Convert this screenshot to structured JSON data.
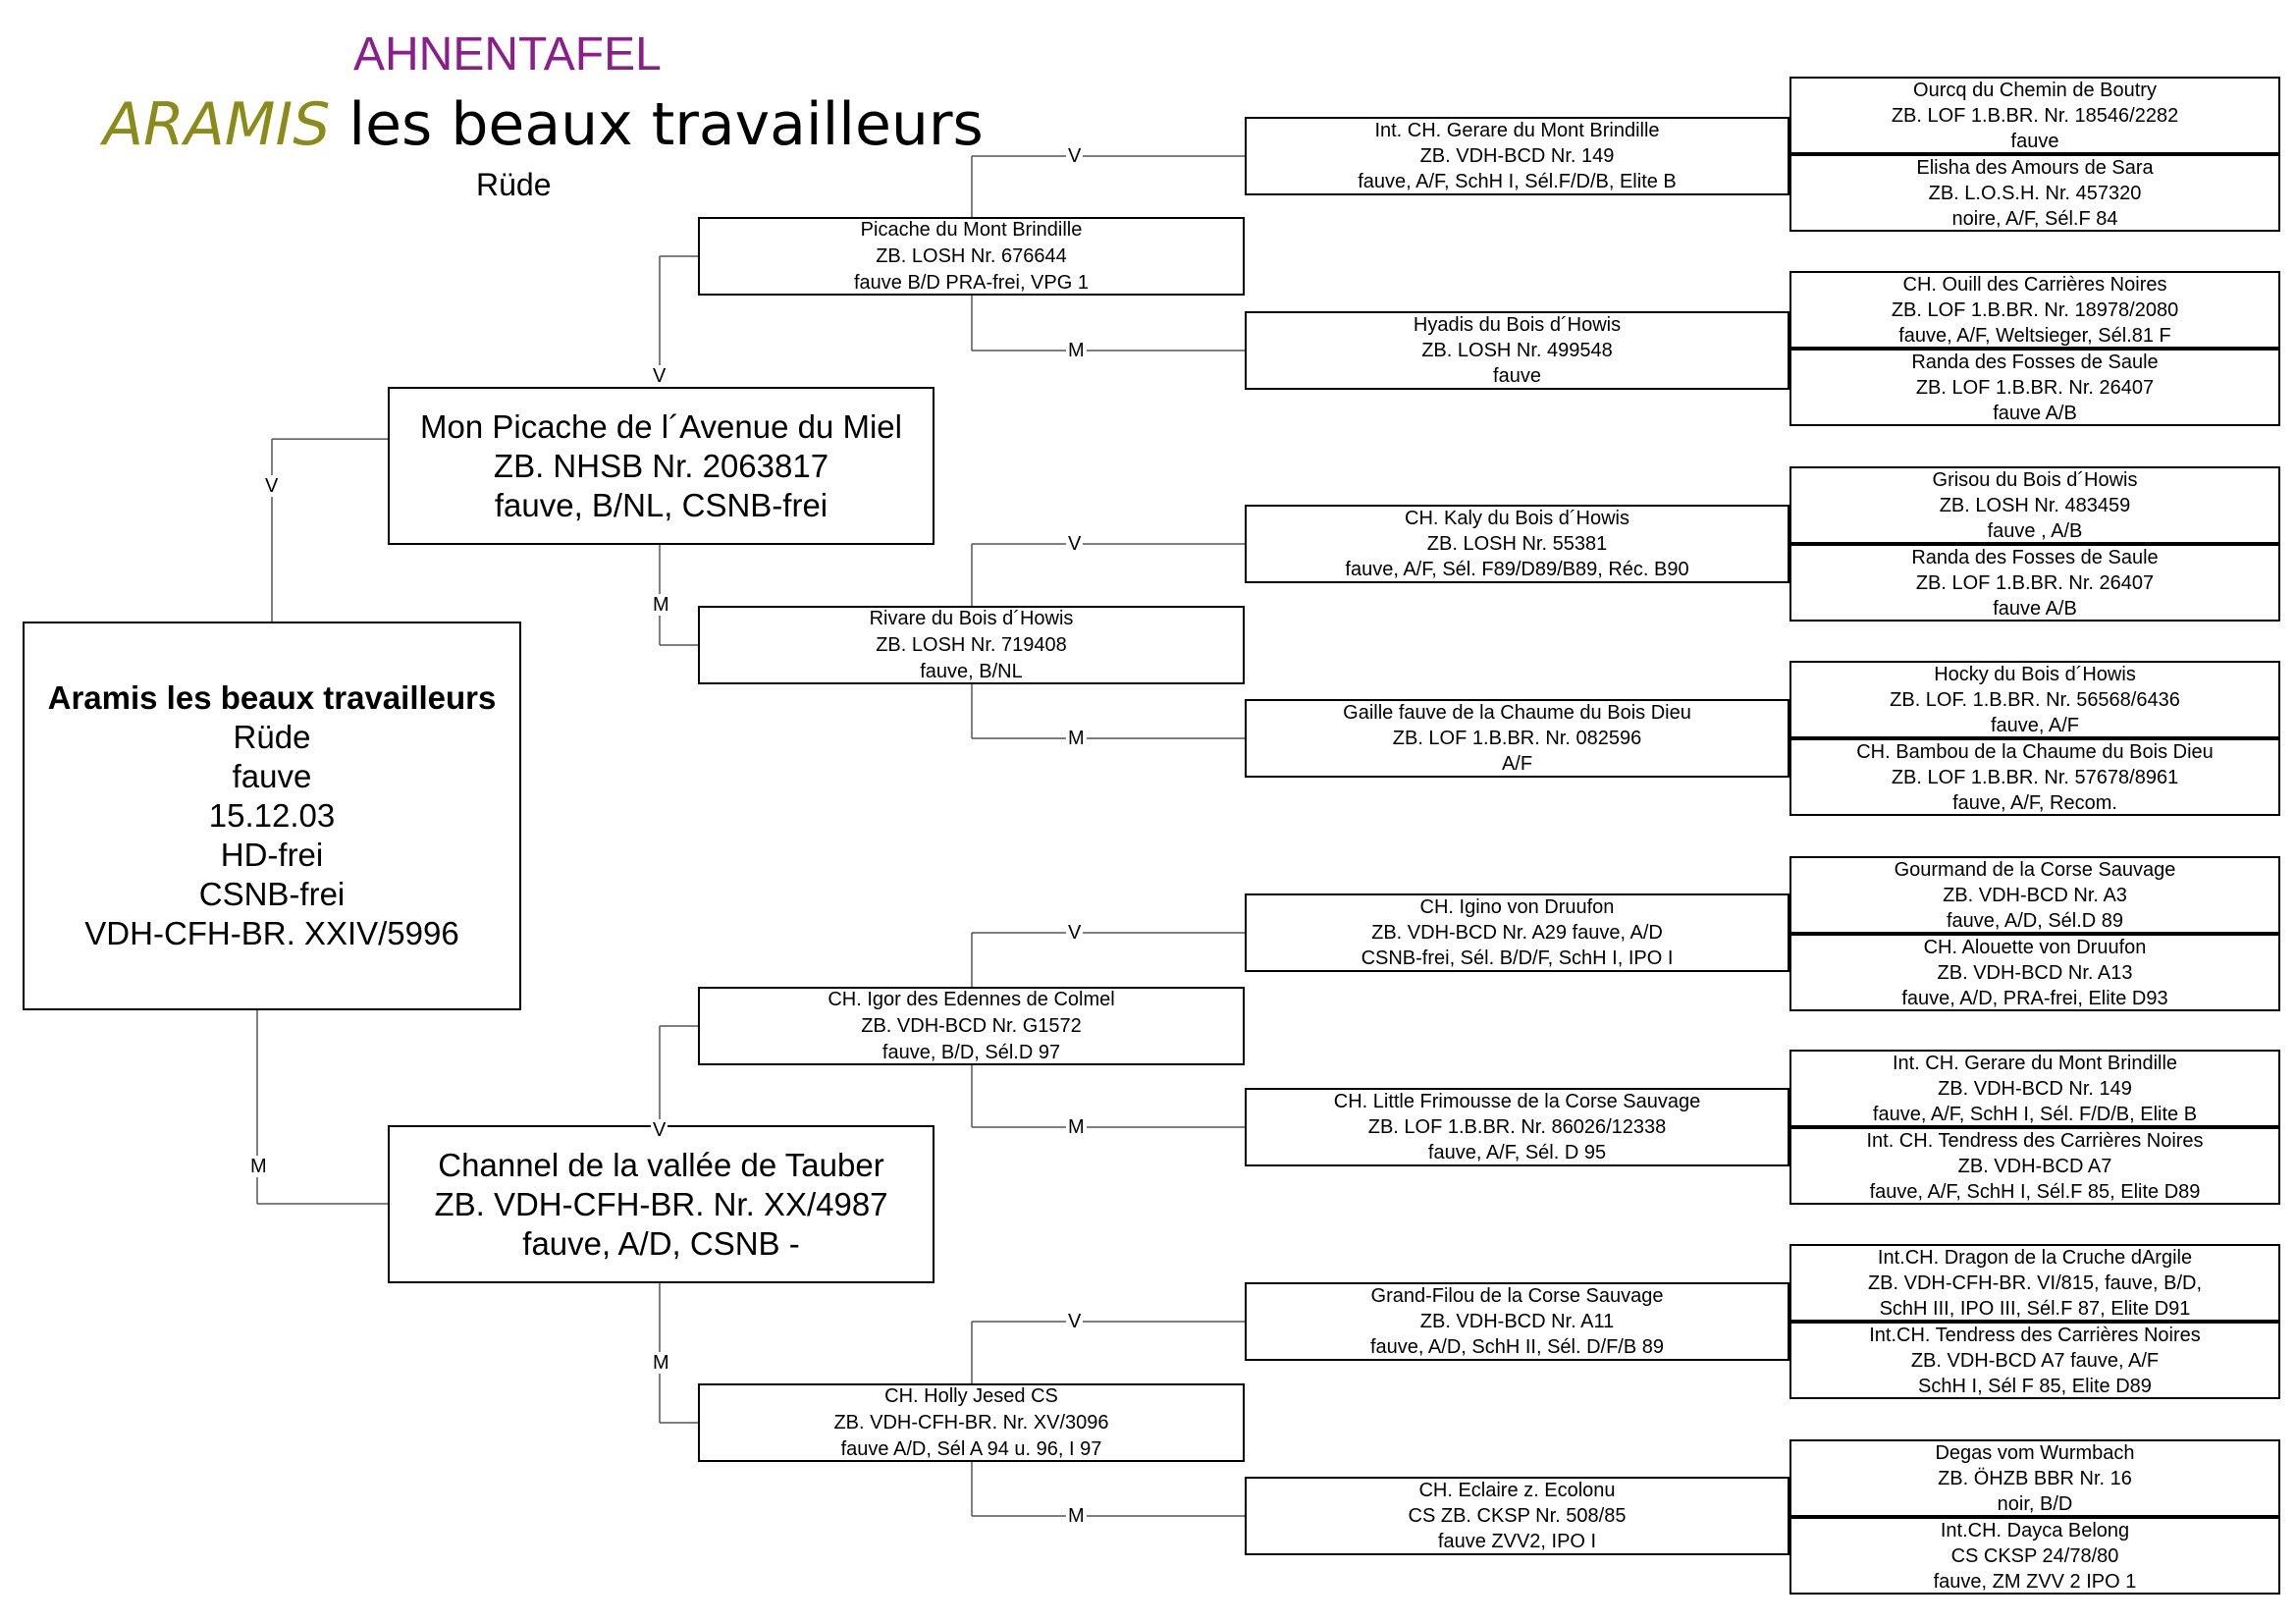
{
  "header": {
    "title": "AHNENTAFEL",
    "name_part1": "ARAMIS",
    "name_part2": " les beaux travailleurs",
    "sex": "Rüde"
  },
  "labels": {
    "father": "V",
    "mother": "M"
  },
  "dog": [
    "Aramis les beaux travailleurs",
    "Rüde",
    "fauve",
    "15.12.03",
    "HD-frei",
    "CSNB-frei",
    "VDH-CFH-BR. XXIV/5996"
  ],
  "gen1": [
    [
      "Mon Picache de l´Avenue du Miel",
      "ZB. NHSB Nr. 2063817",
      "fauve, B/NL, CSNB-frei"
    ],
    [
      "Channel de la vallée de Tauber",
      "ZB. VDH-CFH-BR. Nr. XX/4987",
      "fauve, A/D, CSNB -"
    ]
  ],
  "gen2": [
    [
      "Picache du Mont Brindille",
      "ZB. LOSH Nr. 676644",
      "fauve B/D PRA-frei, VPG 1"
    ],
    [
      "Rivare du Bois d´Howis",
      "ZB. LOSH Nr. 719408",
      "fauve, B/NL"
    ],
    [
      "CH. Igor des Edennes de Colmel",
      "ZB. VDH-BCD Nr. G1572",
      "fauve, B/D, Sél.D 97"
    ],
    [
      "CH. Holly Jesed CS",
      "ZB. VDH-CFH-BR. Nr. XV/3096",
      "fauve A/D, Sél A 94 u. 96, I 97"
    ]
  ],
  "gen3": [
    [
      "Int. CH. Gerare du Mont Brindille",
      "ZB. VDH-BCD Nr. 149",
      "fauve, A/F, SchH I, Sél.F/D/B, Elite B"
    ],
    [
      "Hyadis du Bois d´Howis",
      "ZB. LOSH Nr. 499548",
      "fauve"
    ],
    [
      "CH. Kaly du Bois d´Howis",
      "ZB. LOSH Nr. 55381",
      "fauve, A/F, Sél. F89/D89/B89, Réc. B90"
    ],
    [
      "Gaille fauve de la Chaume du Bois Dieu",
      "ZB. LOF 1.B.BR. Nr. 082596",
      "A/F"
    ],
    [
      "CH. Igino von Druufon",
      "ZB. VDH-BCD Nr. A29 fauve, A/D",
      "CSNB-frei, Sél. B/D/F, SchH I, IPO I"
    ],
    [
      "CH. Little Frimousse de la Corse Sauvage",
      "ZB. LOF 1.B.BR. Nr. 86026/12338",
      "fauve, A/F, Sél. D 95"
    ],
    [
      "Grand-Filou de la Corse Sauvage",
      "ZB. VDH-BCD Nr. A11",
      "fauve, A/D, SchH II, Sél. D/F/B 89"
    ],
    [
      "CH. Eclaire z. Ecolonu",
      "CS ZB. CKSP Nr. 508/85",
      "fauve ZVV2, IPO I"
    ]
  ],
  "gen4": [
    [
      "Ourcq du Chemin de Boutry",
      "ZB. LOF 1.B.BR. Nr. 18546/2282",
      "fauve"
    ],
    [
      "Elisha des Amours de Sara",
      "ZB. L.O.S.H. Nr. 457320",
      "noire, A/F, Sél.F 84"
    ],
    [
      "CH. Ouill des Carrières Noires",
      "ZB. LOF 1.B.BR. Nr. 18978/2080",
      "fauve, A/F, Weltsieger, Sél.81 F"
    ],
    [
      "Randa des Fosses de Saule",
      "ZB. LOF 1.B.BR. Nr. 26407",
      "fauve A/B"
    ],
    [
      "Grisou du Bois d´Howis",
      "ZB. LOSH Nr. 483459",
      "fauve , A/B"
    ],
    [
      "Randa des Fosses de Saule",
      "ZB. LOF 1.B.BR. Nr. 26407",
      "fauve A/B"
    ],
    [
      "Hocky du Bois d´Howis",
      "ZB. LOF. 1.B.BR. Nr. 56568/6436",
      "fauve, A/F"
    ],
    [
      "CH. Bambou de la Chaume du Bois Dieu",
      "ZB. LOF 1.B.BR. Nr. 57678/8961",
      "fauve, A/F, Recom."
    ],
    [
      "Gourmand de la Corse Sauvage",
      "ZB. VDH-BCD Nr. A3",
      "fauve, A/D, Sél.D 89"
    ],
    [
      "CH. Alouette von Druufon",
      "ZB. VDH-BCD Nr. A13",
      "fauve, A/D, PRA-frei, Elite D93"
    ],
    [
      "Int. CH. Gerare du Mont Brindille",
      "ZB. VDH-BCD Nr. 149",
      "fauve, A/F, SchH I, Sél. F/D/B, Elite B"
    ],
    [
      "Int. CH. Tendress des Carrières Noires",
      "ZB. VDH-BCD A7",
      "fauve, A/F, SchH I, Sél.F 85, Elite D89"
    ],
    [
      "Int.CH. Dragon de la Cruche dArgile",
      "ZB. VDH-CFH-BR. VI/815, fauve, B/D,",
      "SchH III, IPO III, Sél.F 87, Elite D91"
    ],
    [
      "Int.CH. Tendress des Carrières Noires",
      "ZB. VDH-BCD A7 fauve, A/F",
      "SchH I, Sél F 85, Elite D89"
    ],
    [
      "Degas vom Wurmbach",
      "ZB. ÖHZB BBR Nr. 16",
      "noir, B/D"
    ],
    [
      "Int.CH. Dayca Belong",
      "CS CKSP 24/78/80",
      "fauve, ZM ZVV 2 IPO 1"
    ]
  ]
}
